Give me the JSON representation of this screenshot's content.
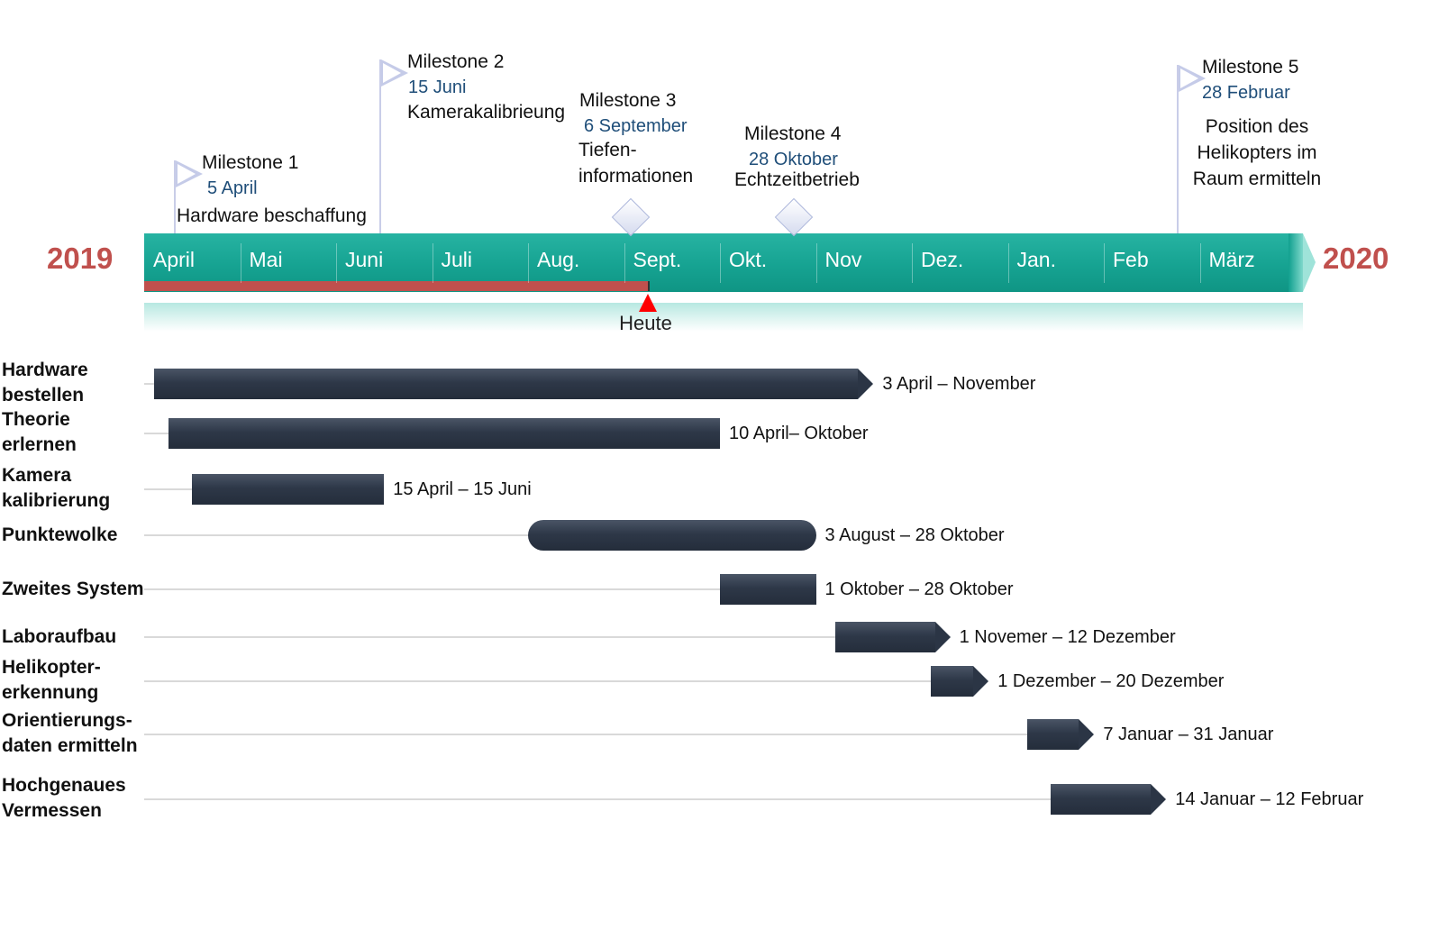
{
  "years": {
    "start": "2019",
    "end": "2020"
  },
  "months": [
    "April",
    "Mai",
    "Juni",
    "Juli",
    "Aug.",
    "Sept.",
    "Okt.",
    "Nov",
    "Dez.",
    "Jan.",
    "Feb",
    "März"
  ],
  "today": {
    "label": "Heute",
    "progress_months": 5.25
  },
  "milestones": [
    {
      "title": "Milestone 1",
      "date": "5 April",
      "desc": [
        "Hardware beschaffung"
      ],
      "marker": "flag-icon"
    },
    {
      "title": "Milestone 2",
      "date": "15 Juni",
      "desc": [
        "Kamerakalibrieung"
      ],
      "marker": "flag-icon"
    },
    {
      "title": "Milestone 3",
      "date": "6 September",
      "desc": [
        "Tiefen-",
        "informationen"
      ],
      "marker": "diamond-icon"
    },
    {
      "title": "Milestone 4",
      "date": "28 Oktober",
      "desc": [
        "Echtzeitbetrieb"
      ],
      "marker": "diamond-icon"
    },
    {
      "title": "Milestone 5",
      "date": "28 Februar",
      "desc": [
        "Position des",
        "Helikopters im",
        "Raum ermitteln"
      ],
      "marker": "flag-icon"
    }
  ],
  "tasks": [
    {
      "name": [
        "Hardware",
        "bestellen"
      ],
      "range": "3 April –  November",
      "start_month": 0.1,
      "end_month": 7.6,
      "shape": "arrow"
    },
    {
      "name": [
        "Theorie",
        "erlernen"
      ],
      "range": "10 April– Oktober",
      "start_month": 0.25,
      "end_month": 6.0,
      "shape": "flat"
    },
    {
      "name": [
        "Kamera",
        "kalibrierung"
      ],
      "range": "15 April – 15 Juni",
      "start_month": 0.5,
      "end_month": 2.5,
      "shape": "flat"
    },
    {
      "name": [
        "Punktewolke"
      ],
      "range": "3 August – 28 Oktober",
      "start_month": 4.0,
      "end_month": 7.0,
      "shape": "round"
    },
    {
      "name": [
        "Zweites System"
      ],
      "range": "1 Oktober – 28 Oktober",
      "start_month": 6.0,
      "end_month": 7.0,
      "shape": "flat"
    },
    {
      "name": [
        "Laboraufbau"
      ],
      "range": "1 Novemer – 12 Dezember",
      "start_month": 7.2,
      "end_month": 8.4,
      "shape": "arrow"
    },
    {
      "name": [
        "Helikopter-",
        "erkennung"
      ],
      "range": "1 Dezember – 20 Dezember",
      "start_month": 8.2,
      "end_month": 8.8,
      "shape": "arrow"
    },
    {
      "name": [
        "Orientierungs-",
        "daten ermitteln"
      ],
      "range": "7 Januar – 31 Januar",
      "start_month": 9.2,
      "end_month": 9.9,
      "shape": "arrow"
    },
    {
      "name": [
        "Hochgenaues",
        "Vermessen"
      ],
      "range": "14 Januar – 12 Februar",
      "start_month": 9.45,
      "end_month": 10.65,
      "shape": "arrow"
    }
  ],
  "colors": {
    "band": "#16a392",
    "progress": "#c0504d",
    "year": "#c0504d",
    "bar": "#2e3848",
    "today_marker": "#ff0000",
    "milestone_date": "#1f4e79"
  }
}
